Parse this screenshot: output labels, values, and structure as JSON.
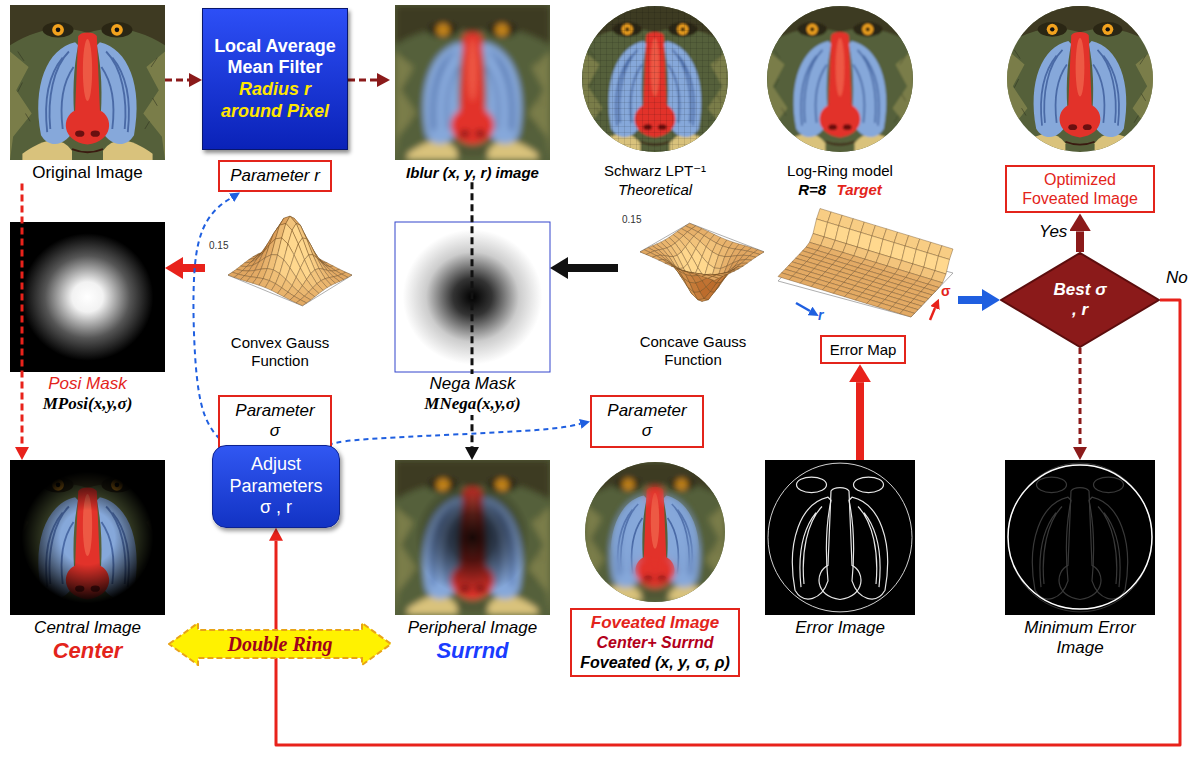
{
  "diagram": {
    "nodes": [
      {
        "text": [
          "Original Image"
        ]
      },
      {
        "text": [
          "Local Average Mean Filter",
          "Radius r around Pixel"
        ]
      },
      {
        "text": [
          "Parameter r"
        ]
      },
      {
        "text": [
          "Iblur (x, y, r) image"
        ]
      },
      {
        "text": [
          "Schwarz LPT⁻¹",
          "Theoretical"
        ]
      },
      {
        "text": [
          "Log-Ring model",
          "R=8",
          "Target"
        ]
      },
      {
        "text": [
          "Optimized Foveated Image"
        ]
      },
      {
        "text": [
          "Posi Mask",
          "MPosi(x,y,σ)"
        ]
      },
      {
        "text": [
          "Convex Gauss Function"
        ]
      },
      {
        "text": [
          "Nega Mask",
          "MNega(x,y,σ)"
        ]
      },
      {
        "text": [
          "Concave Gauss Function"
        ]
      },
      {
        "text": [
          "Error Map"
        ]
      },
      {
        "text": [
          "Best σ , r"
        ]
      },
      {
        "text": [
          "Parameter σ"
        ]
      },
      {
        "text": [
          "Parameter σ"
        ]
      },
      {
        "text": [
          "Central Image",
          "Center"
        ]
      },
      {
        "text": [
          "Adjust Parameters σ , r"
        ]
      },
      {
        "text": [
          "Double Ring"
        ]
      },
      {
        "text": [
          "Peripheral Image",
          "Surrnd"
        ]
      },
      {
        "text": [
          "Foveated Image",
          "Center+ Surrnd",
          "Foveated (x, y, σ, ρ)"
        ]
      },
      {
        "text": [
          "Error Image"
        ]
      },
      {
        "text": [
          "Minimum Error Image"
        ]
      }
    ],
    "edges": [
      {
        "from": 0,
        "to": 1,
        "arrow": "to"
      },
      {
        "from": 1,
        "to": 3,
        "arrow": "to"
      },
      {
        "from": 0,
        "to": 15,
        "arrow": "to"
      },
      {
        "from": 3,
        "to": 18,
        "arrow": "to"
      },
      {
        "from": 8,
        "to": 7,
        "arrow": "to"
      },
      {
        "from": 10,
        "to": 9,
        "arrow": "to"
      },
      {
        "from": 11,
        "to": 12,
        "arrow": "to"
      },
      {
        "from": 12,
        "to": 6,
        "label": "Yes",
        "arrow": "to"
      },
      {
        "from": 12,
        "to": 16,
        "label": "No",
        "arrow": "to"
      },
      {
        "from": 12,
        "to": 21,
        "arrow": "to"
      },
      {
        "from": 20,
        "to": 11,
        "arrow": "to"
      },
      {
        "from": 16,
        "to": 13,
        "arrow": "to"
      },
      {
        "from": 16,
        "to": 14,
        "arrow": "to"
      },
      {
        "from": 16,
        "to": 2,
        "arrow": "to"
      }
    ],
    "labels": [
      "r",
      "σ",
      "0.15",
      "0.15"
    ]
  }
}
